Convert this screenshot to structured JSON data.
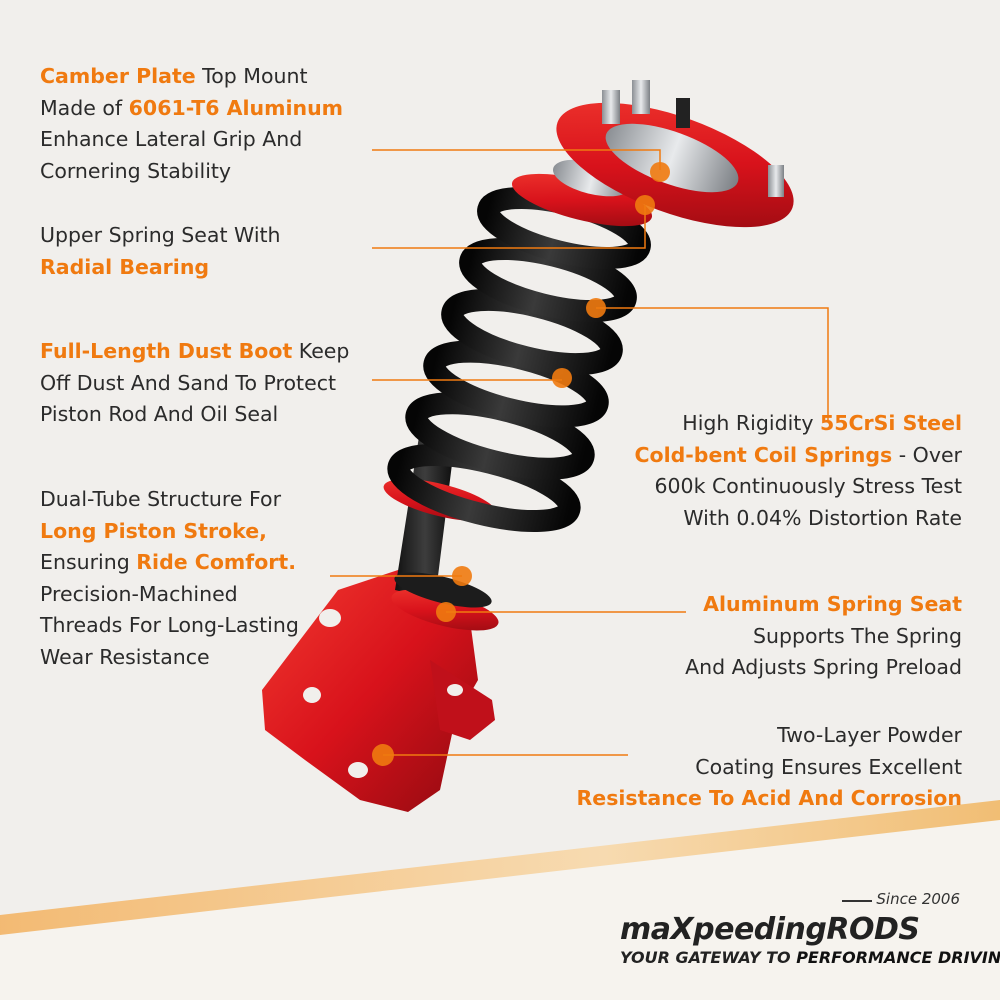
{
  "callouts": [
    {
      "id": "camber-plate",
      "lines": [
        [
          {
            "t": "Camber Plate",
            "hl": true
          },
          {
            "t": " Top Mount",
            "hl": false
          }
        ],
        [
          {
            "t": "Made of ",
            "hl": false
          },
          {
            "t": "6061-T6 Aluminum",
            "hl": true
          }
        ],
        [
          {
            "t": "Enhance Lateral Grip And",
            "hl": false
          }
        ],
        [
          {
            "t": "Cornering Stability",
            "hl": false
          }
        ]
      ]
    },
    {
      "id": "upper-spring-seat",
      "lines": [
        [
          {
            "t": "Upper Spring Seat With",
            "hl": false
          }
        ],
        [
          {
            "t": "Radial Bearing",
            "hl": true
          }
        ]
      ]
    },
    {
      "id": "dust-boot",
      "lines": [
        [
          {
            "t": "Full-Length Dust Boot",
            "hl": true
          },
          {
            "t": " Keep",
            "hl": false
          }
        ],
        [
          {
            "t": "Off Dust And Sand To Protect",
            "hl": false
          }
        ],
        [
          {
            "t": "Piston Rod And Oil Seal",
            "hl": false
          }
        ]
      ]
    },
    {
      "id": "dual-tube",
      "lines": [
        [
          {
            "t": "Dual-Tube Structure For",
            "hl": false
          }
        ],
        [
          {
            "t": "Long Piston Stroke,",
            "hl": true
          }
        ],
        [
          {
            "t": "Ensuring ",
            "hl": false
          },
          {
            "t": "Ride Comfort.",
            "hl": true
          }
        ],
        [
          {
            "t": "Precision-Machined",
            "hl": false
          }
        ],
        [
          {
            "t": "Threads For Long-Lasting",
            "hl": false
          }
        ],
        [
          {
            "t": "Wear Resistance",
            "hl": false
          }
        ]
      ]
    },
    {
      "id": "coil-springs",
      "lines": [
        [
          {
            "t": "High Rigidity ",
            "hl": false
          },
          {
            "t": "55CrSi Steel",
            "hl": true
          }
        ],
        [
          {
            "t": "Cold-bent Coil Springs",
            "hl": true
          },
          {
            "t": " - Over",
            "hl": false
          }
        ],
        [
          {
            "t": "600k Continuously Stress Test",
            "hl": false
          }
        ],
        [
          {
            "t": "With 0.04% Distortion Rate",
            "hl": false
          }
        ]
      ]
    },
    {
      "id": "aluminum-spring-seat",
      "lines": [
        [
          {
            "t": "Aluminum Spring Seat",
            "hl": true
          }
        ],
        [
          {
            "t": "Supports The Spring",
            "hl": false
          }
        ],
        [
          {
            "t": "And Adjusts Spring Preload",
            "hl": false
          }
        ]
      ]
    },
    {
      "id": "powder-coating",
      "lines": [
        [
          {
            "t": "Two-Layer Powder",
            "hl": false
          }
        ],
        [
          {
            "t": "Coating Ensures Excellent",
            "hl": false
          }
        ],
        [
          {
            "t": "Resistance To Acid And Corrosion",
            "hl": true
          }
        ]
      ]
    }
  ],
  "brand": {
    "name": "maXpeedingRODS",
    "since": "Since 2006",
    "tagline_a": "YOUR GATEWAY TO ",
    "tagline_b": "PERFORMANCE DRIVING"
  },
  "colors": {
    "accent": "#f07a10",
    "body_text": "#2b2b2b",
    "background": "#f1efec",
    "part_red": "#d8121b",
    "spring_black": "#141414"
  }
}
